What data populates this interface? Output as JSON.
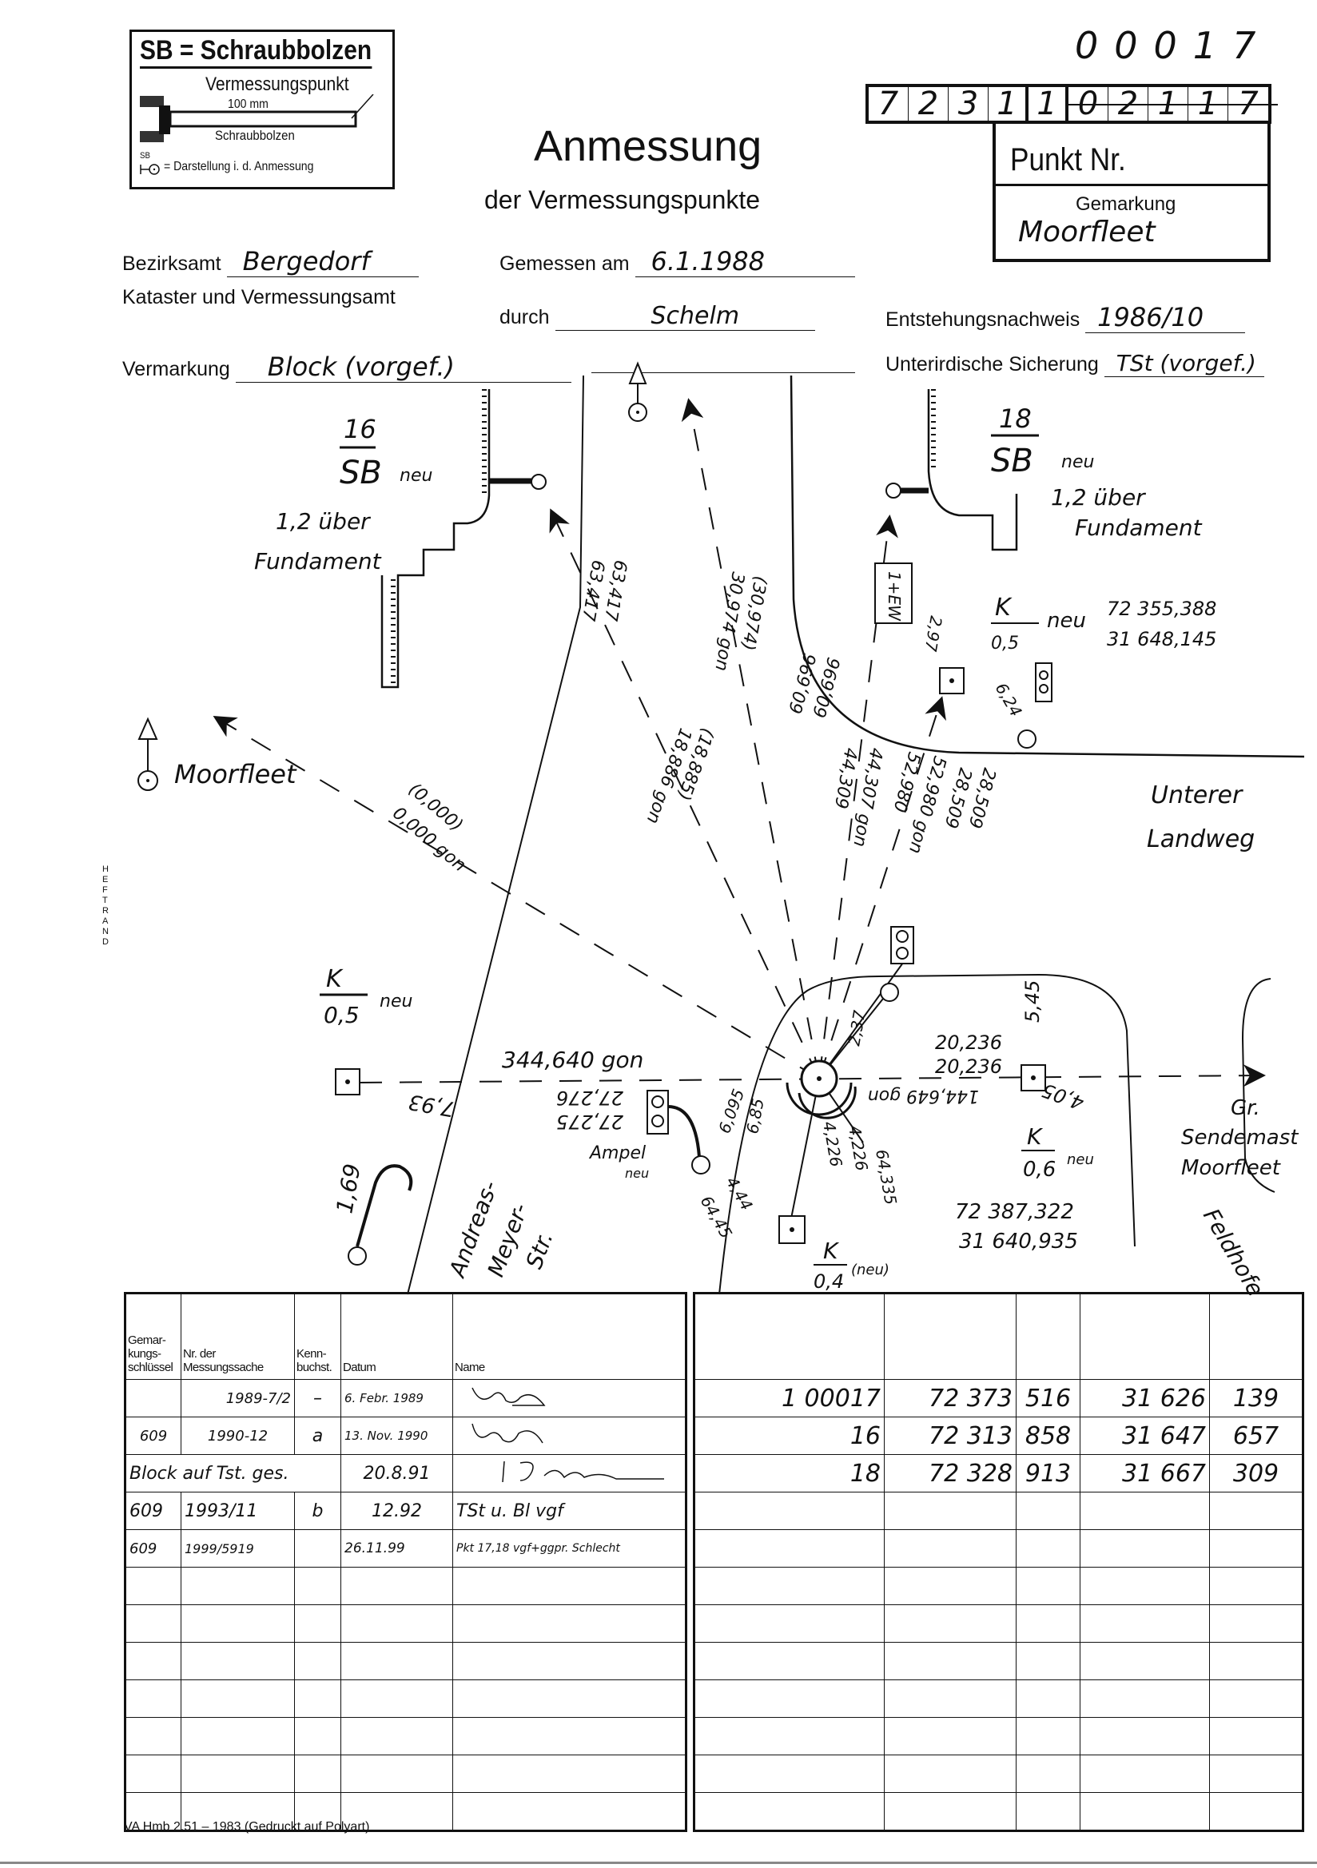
{
  "legend": {
    "title": "SB = Schraubbolzen",
    "point_label": "Vermessungspunkt",
    "dimension": "100 mm",
    "bolt_label": "Schraubbolzen",
    "symbol_sb": "SB",
    "symbol_desc": "= Darstellung i. d. Anmessung"
  },
  "header": {
    "title": "Anmessung",
    "subtitle": "der Vermessungspunkte",
    "point_number_handwritten": "00017",
    "point_number_digits": [
      "7",
      "2",
      "3",
      "1",
      "1",
      "0",
      "2",
      "1",
      "1",
      "7"
    ],
    "punkt_nr_label": "Punkt Nr.",
    "gemarkung_label": "Gemarkung",
    "gemarkung_value": "Moorfleet"
  },
  "form": {
    "bezirksamt_label": "Bezirksamt",
    "bezirksamt_value": "Bergedorf",
    "kataster_label": "Kataster und Vermessungsamt",
    "gemessen_label": "Gemessen am",
    "gemessen_value": "6.1.1988",
    "durch_label": "durch",
    "durch_value": "Schelm",
    "entstehung_label": "Entstehungsnachweis",
    "entstehung_value": "1986/10",
    "vermarkung_label": "Vermarkung",
    "vermarkung_value": "Block (vorgef.)",
    "sicherung_label": "Unterirdische Sicherung",
    "sicherung_value": "TSt (vorgef.)"
  },
  "sketch": {
    "p16_num": "16",
    "p16_type": "SB",
    "p16_neu": "neu",
    "p16_note1": "1,2 über",
    "p16_note2": "Fundament",
    "p18_num": "18",
    "p18_type": "SB",
    "p18_neu": "neu",
    "p18_note1": "1,2 über",
    "p18_note2": "Fundament",
    "k1_top": "K",
    "k1_bot": "0,5",
    "k1_neu": "neu",
    "k1_x": "72 355,388",
    "k1_y": "31 648,145",
    "ew_box": "1+EW",
    "dist_297": "2,97",
    "dist_624": "6,24",
    "moorfleet": "Moorfleet",
    "dir_000a": "(0,000)",
    "dir_000b": "0,000 gon",
    "dir_63a": "63,417",
    "dir_63b": "63,417",
    "dir_30a": "(30,974)",
    "dir_30b": "30,974 gon",
    "dir_18a": "(18,885)",
    "dir_18b": "18,886 gon",
    "dir_60a": "60,696",
    "dir_60b": "60,696",
    "dir_44a": "44,309",
    "dir_44b": "44,307 gon",
    "dir_52a": "52,980",
    "dir_52b": "52,980 gon",
    "dir_28a": "28,509",
    "dir_28b": "28,509",
    "street_unterer1": "Unterer",
    "street_unterer2": "Landweg",
    "k2_top": "K",
    "k2_bot": "0,5",
    "k2_neu": "neu",
    "dir_344": "344,640 gon",
    "dist_27a": "27,276",
    "dist_27b": "27,275",
    "dist_793": "7,93",
    "dist_169": "1,69",
    "ampel": "Ampel",
    "ampel_neu": "neu",
    "street_andreas1": "Andreas-",
    "street_andreas2": "Meyer-",
    "street_andreas3": "Str.",
    "dist_685": "6,85",
    "dist_6095": "6,095",
    "dist_444": "4,44",
    "dist_6445": "64,45",
    "dist_4226a": "4,226",
    "dist_4226b": "4,226",
    "dist_64335": "64,335",
    "dir_144": "144,649 gon",
    "dist_20a": "20,236",
    "dist_20b": "20,236",
    "dist_237": "2,37",
    "dist_545": "5,45",
    "dist_405": "4,05",
    "k3_top": "K",
    "k3_bot": "0,6",
    "k3_neu": "neu",
    "k3_x": "72 387,322",
    "k3_y": "31 640,935",
    "k4_top": "K",
    "k4_bot": "0,4",
    "k4_neu": "(neu)",
    "target1": "Gr.",
    "target2": "Sendemast",
    "target3": "Moorfleet",
    "street_feldhofe": "Feldhofe"
  },
  "margin": {
    "heftrand": "HEFTRAND"
  },
  "history_table": {
    "headers": [
      "Gemar-kungs-schlüssel",
      "Nr. der Messungssache",
      "Kenn-buchst.",
      "Datum",
      "Name"
    ],
    "rows": [
      {
        "key": "",
        "nr": "1989-7/2",
        "letter": "–",
        "date": "6. Febr. 1989",
        "name": ""
      },
      {
        "key": "609",
        "nr": "1990-12",
        "letter": "a",
        "date": "13. Nov. 1990",
        "name": ""
      },
      {
        "merged": "Block auf Tst. ges.",
        "date": "20.8.91",
        "name": ""
      },
      {
        "key": "609",
        "nr": "1993/11",
        "letter": "b",
        "date": "12.92",
        "name": "TSt u. Bl vgf"
      },
      {
        "key": "609",
        "nr": "1999/5919",
        "letter": "",
        "date": "26.11.99",
        "name": "Pkt 17,18 vgf+ggpr. Schlecht"
      }
    ]
  },
  "coord_table": {
    "rows": [
      {
        "point": "1 00017",
        "x1": "72 373",
        "x2": "516",
        "y1": "31 626",
        "y2": "139"
      },
      {
        "point": "16",
        "x1": "72 313",
        "x2": "858",
        "y1": "31 647",
        "y2": "657"
      },
      {
        "point": "18",
        "x1": "72 328",
        "x2": "913",
        "y1": "31 667",
        "y2": "309"
      }
    ]
  },
  "footer": {
    "form_id": "VA Hmb 2.51 – 1983 (Gedruckt auf Polyart)"
  }
}
